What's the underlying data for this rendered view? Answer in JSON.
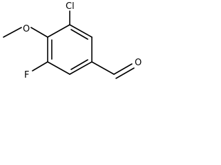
{
  "molecule": {
    "atom_labels": {
      "chlorine": "Cl",
      "oxygen_methoxy": "O",
      "fluorine": "F",
      "oxygen_aldehyde": "O"
    }
  }
}
